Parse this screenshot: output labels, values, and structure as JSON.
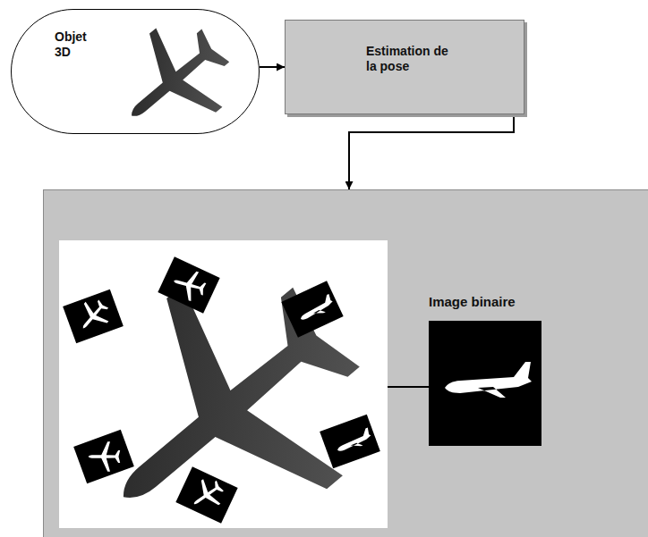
{
  "diagram": {
    "nodes": [
      {
        "text": [
          "Objet 3D"
        ]
      },
      {
        "text": [
          "Estimation de la pose"
        ]
      },
      {
        "text": []
      },
      {
        "text": [
          "Image binaire"
        ],
        "in": 2
      }
    ],
    "edges": [
      {
        "from": 0,
        "to": 1,
        "arrow": "to"
      },
      {
        "from": 1,
        "to": 2,
        "arrow": "to"
      }
    ]
  }
}
